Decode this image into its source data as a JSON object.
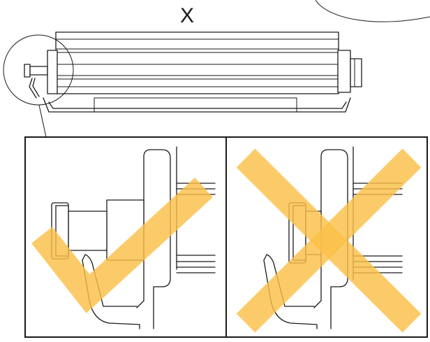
{
  "diagram": {
    "label": "X",
    "correct_panel": {
      "marker": "check",
      "marker_color": "#fbbf48"
    },
    "incorrect_panel": {
      "marker": "cross",
      "marker_color": "#fbbf48"
    },
    "line_color": "#1a1a1a",
    "frame_color": "#1a1a1a"
  }
}
